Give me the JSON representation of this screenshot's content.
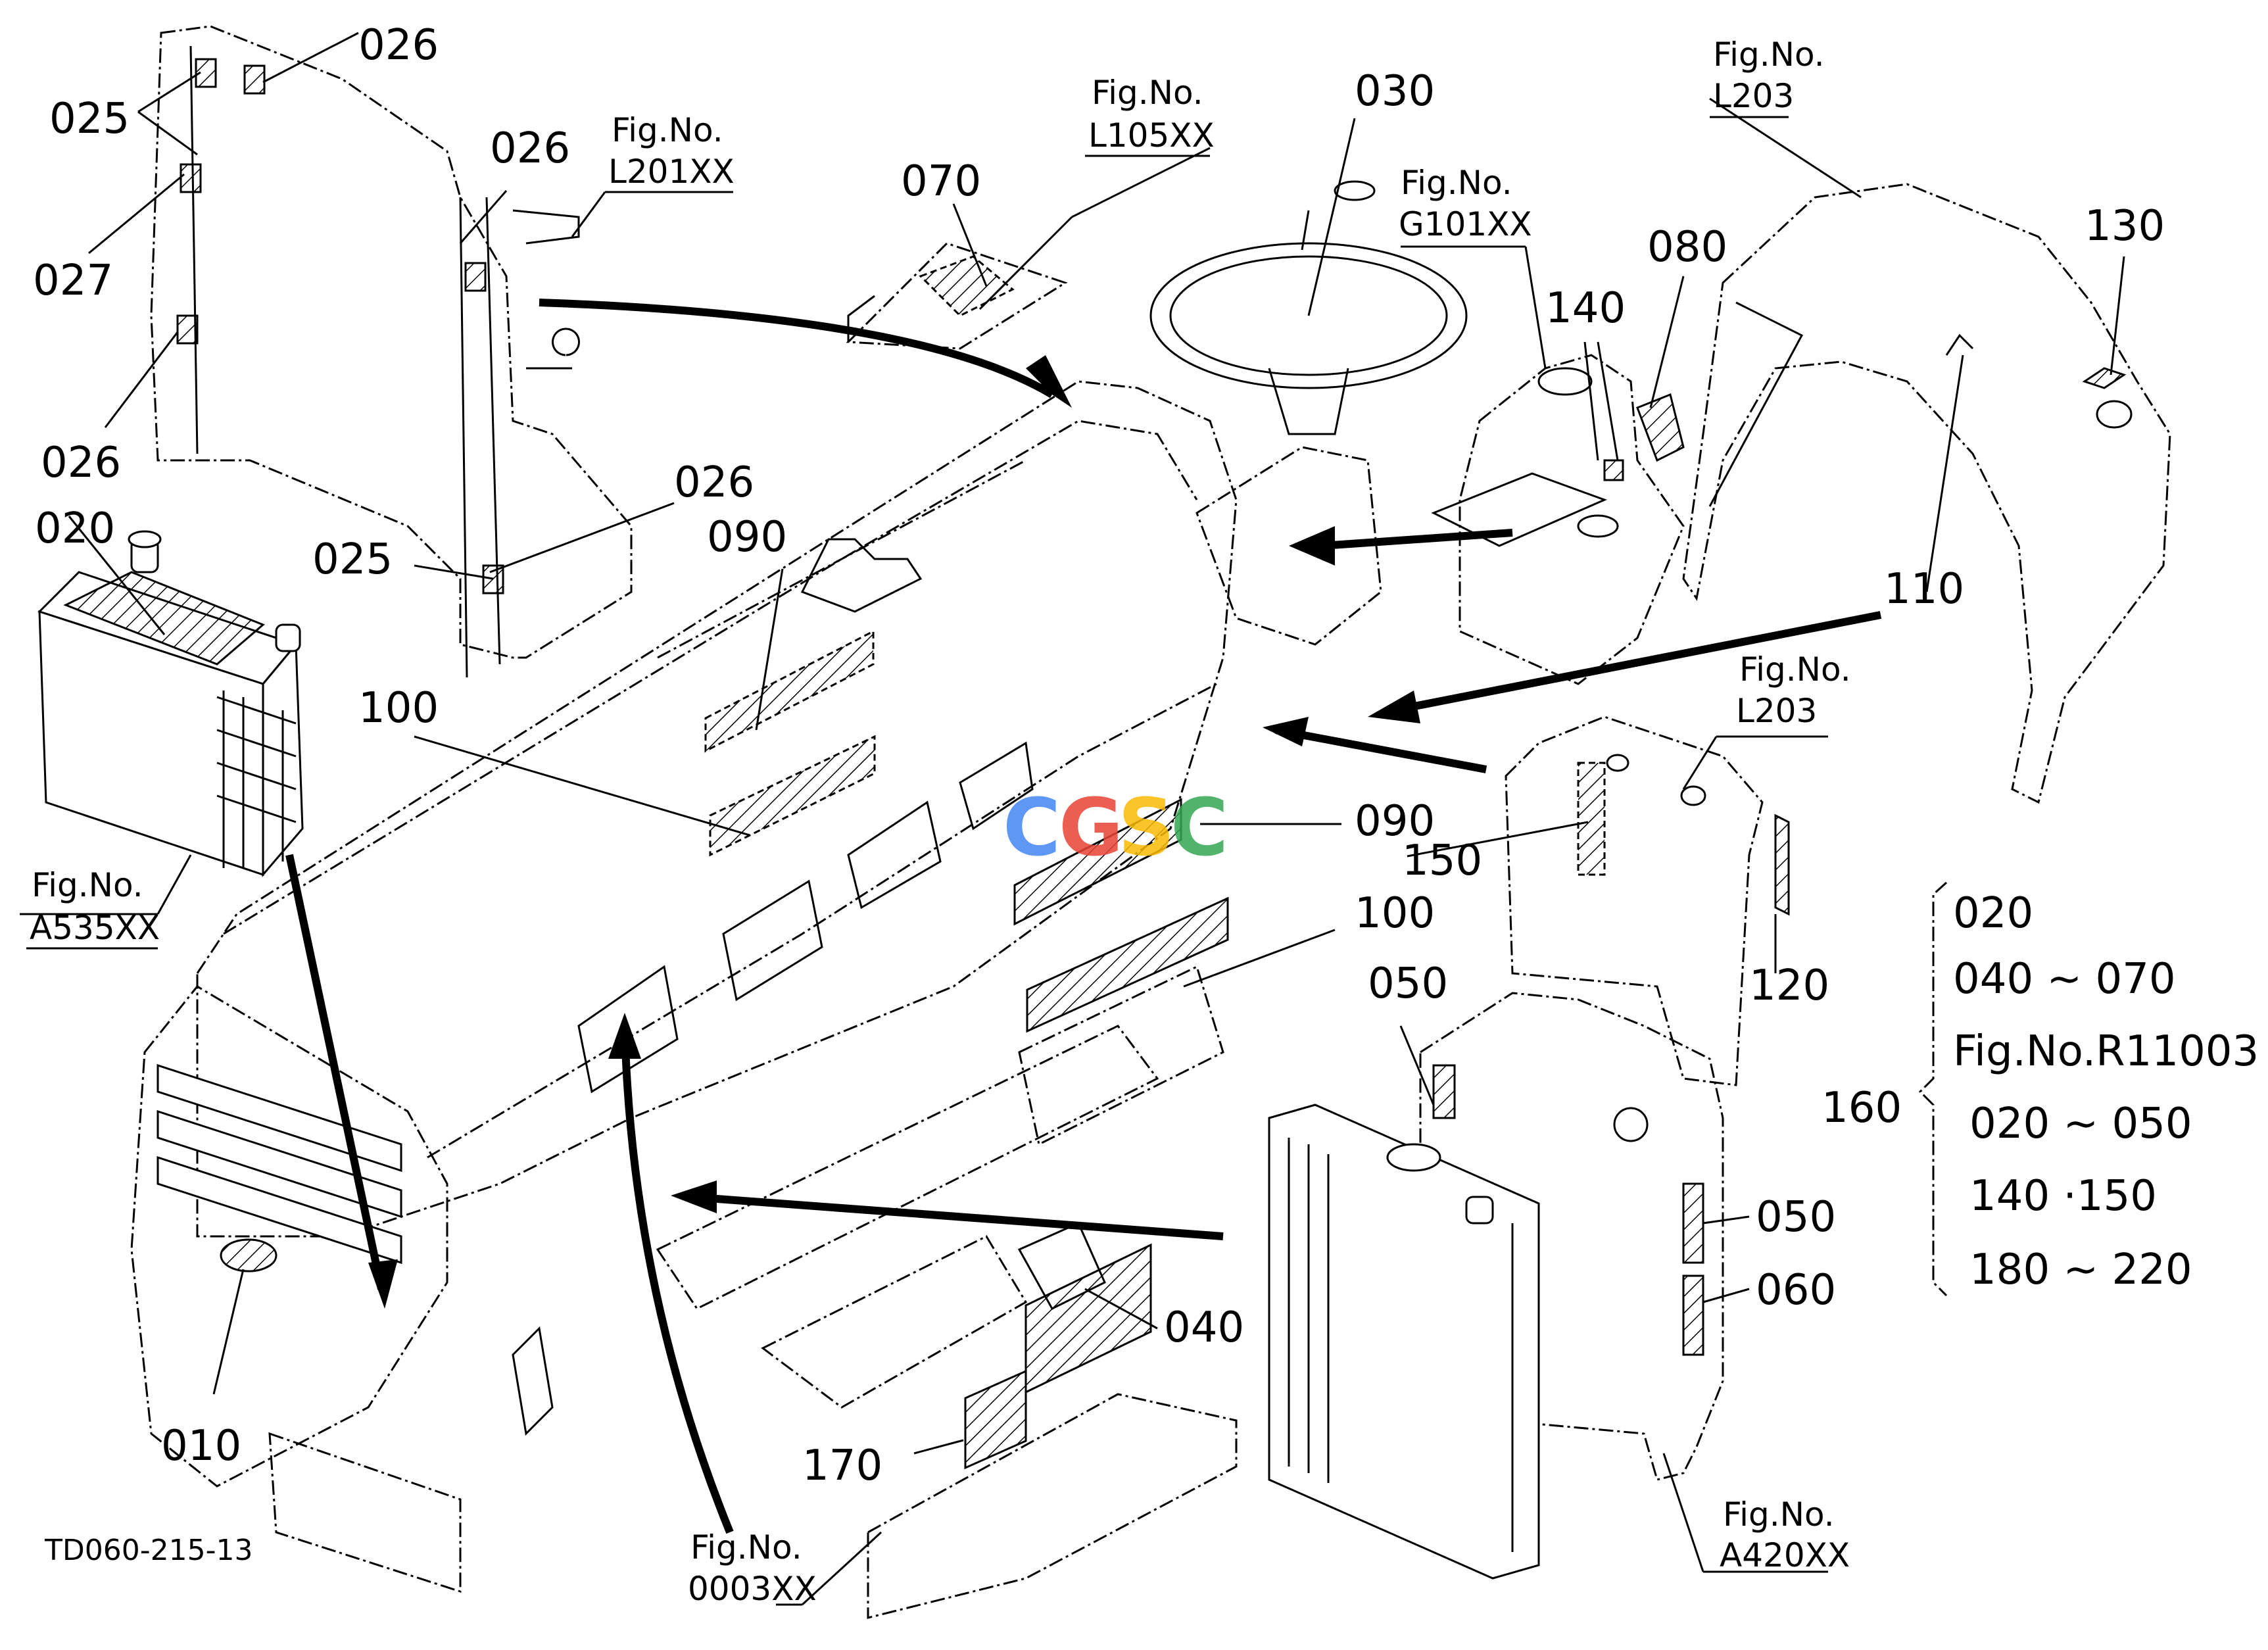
{
  "drawing_code": "TD060-215-13",
  "watermark": {
    "text": "CGSC",
    "colors": [
      "#4285F4",
      "#EA4335",
      "#FBBC05",
      "#34A853"
    ]
  },
  "callouts": [
    "025",
    "026",
    "026",
    "027",
    "026",
    "026",
    "025",
    "020",
    "090",
    "100",
    "070",
    "030",
    "080",
    "140",
    "130",
    "110",
    "090",
    "150",
    "100",
    "050",
    "120",
    "050",
    "060",
    "040",
    "170",
    "010",
    "160"
  ],
  "fig_refs": [
    [
      "Fig.No.",
      "L201XX"
    ],
    [
      "Fig.No.",
      "L105XX"
    ],
    [
      "Fig.No.",
      "G101XX"
    ],
    [
      "Fig.No.",
      "L203"
    ],
    [
      "Fig.No.",
      "L203"
    ],
    [
      "Fig.No.",
      "A535XX"
    ],
    [
      "Fig.No.",
      "0003XX"
    ],
    [
      "Fig.No.",
      "A420XX"
    ]
  ],
  "kit": {
    "label": "160",
    "lines": [
      "020",
      "040 ∼ 070",
      "Fig.No.R11003",
      "020 ∼ 050",
      "140 ·150",
      "180 ∼ 220"
    ]
  }
}
